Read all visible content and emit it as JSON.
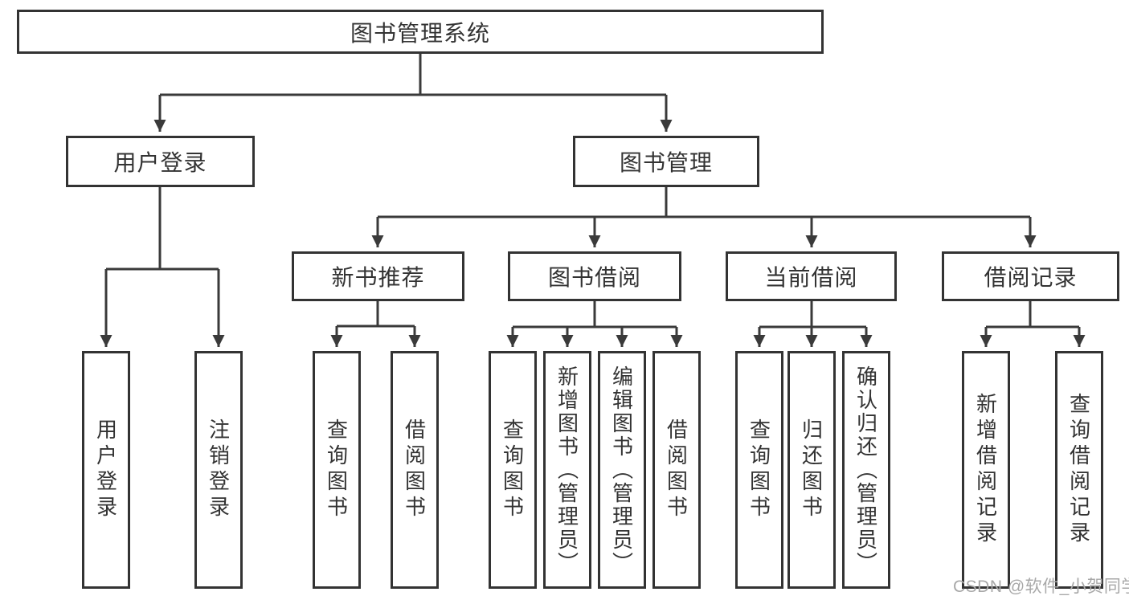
{
  "diagram_title": "图书管理系统",
  "nodes": {
    "root": {
      "label": "图书管理系统"
    },
    "user_login": {
      "label": "用户登录"
    },
    "book_management": {
      "label": "图书管理"
    },
    "new_book_recommend": {
      "label": "新书推荐"
    },
    "book_borrow": {
      "label": "图书借阅"
    },
    "current_borrow": {
      "label": "当前借阅"
    },
    "borrow_records": {
      "label": "借阅记录"
    },
    "leaf_user_login": {
      "label": "用户登录"
    },
    "leaf_logout": {
      "label": "注销登录"
    },
    "leaf_nb_query": {
      "label": "查询图书"
    },
    "leaf_nb_borrow": {
      "label": "借阅图书"
    },
    "leaf_bb_query": {
      "label": "查询图书"
    },
    "leaf_bb_add": {
      "label": "新增图书（管理员）"
    },
    "leaf_bb_edit": {
      "label": "编辑图书（管理员）"
    },
    "leaf_bb_borrow": {
      "label": "借阅图书"
    },
    "leaf_cb_query": {
      "label": "查询图书"
    },
    "leaf_cb_return": {
      "label": "归还图书"
    },
    "leaf_cb_confirm": {
      "label": "确认归还（管理员）"
    },
    "leaf_br_add": {
      "label": "新增借阅记录"
    },
    "leaf_br_query": {
      "label": "查询借阅记录"
    }
  },
  "hierarchy": {
    "图书管理系统": {
      "用户登录": [
        "用户登录",
        "注销登录"
      ],
      "图书管理": {
        "新书推荐": [
          "查询图书",
          "借阅图书"
        ],
        "图书借阅": [
          "查询图书",
          "新增图书（管理员）",
          "编辑图书（管理员）",
          "借阅图书"
        ],
        "当前借阅": [
          "查询图书",
          "归还图书",
          "确认归还（管理员）"
        ],
        "借阅记录": [
          "新增借阅记录",
          "查询借阅记录"
        ]
      }
    }
  },
  "watermark": {
    "text": "CSDN @软件_小贺同学"
  },
  "colors": {
    "line": "#3a3a3a",
    "box_border": "#333333",
    "text": "#333333",
    "watermark": "#a8a8a8",
    "background": "#ffffff"
  }
}
